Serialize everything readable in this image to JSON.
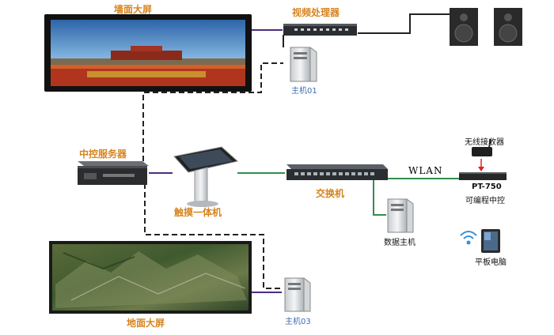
{
  "labels": {
    "wall_screen": "墙面大屏",
    "video_processor": "视频处理器",
    "host01": "主机01",
    "central_server": "中控服务器",
    "touch_kiosk": "触摸一体机",
    "switch": "交换机",
    "wlan": "WLAN",
    "wireless_receiver": "无线接收器",
    "pt750_model": "PT-750",
    "pt750_desc": "可编程中控",
    "data_host": "数据主机",
    "tablet": "平板电脑",
    "floor_screen": "地面大屏",
    "host03": "主机03"
  },
  "colors": {
    "orange_label": "#d6841f",
    "host_label": "#3a6fb2",
    "green_link": "#2f8f4f",
    "purple_link": "#4b2d7f",
    "dashed_link": "#222222"
  }
}
